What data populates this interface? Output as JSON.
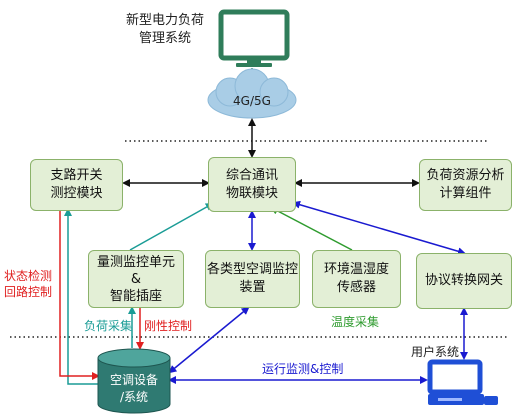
{
  "top": {
    "system_title": "新型电力负荷\n管理系统",
    "network_label": "4G/5G"
  },
  "modules": {
    "branch_switch": "支路开关\n测控模块",
    "comm_hub": "综合通讯\n物联模块",
    "load_analysis": "负荷资源分析\n计算组件",
    "metering_unit": "量测监控单元\n&\n智能插座",
    "ac_monitor": "各类型空调监控\n装置",
    "env_sensor": "环境温湿度\n传感器",
    "protocol_gateway": "协议转换网关",
    "ac_system": "空调设备\n/系统",
    "user_system": "用户系统"
  },
  "labels": {
    "state_detect": "状态检测",
    "loop_control": "回路控制",
    "load_collect": "负荷采集",
    "rigid_control": "刚性控制",
    "temp_collect": "温度采集",
    "run_monitor": "运行监测&控制"
  },
  "colors": {
    "box_fill": "#e3efd6",
    "box_border": "#8bb26a",
    "black": "#111111",
    "red": "#e02020",
    "teal": "#1a9c96",
    "green": "#2e9b2e",
    "blue": "#1a1ad0",
    "cloud": "#a9cde6",
    "computer": "#2f7d5a"
  },
  "icons": {
    "computer": "desktop-computer-icon",
    "cloud": "cloud-icon",
    "database": "database-cylinder-icon",
    "user_pc": "user-pc-icon"
  }
}
